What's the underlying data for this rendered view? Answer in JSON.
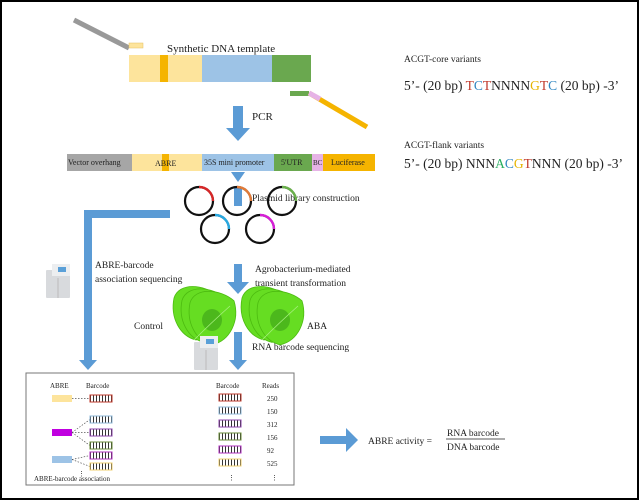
{
  "template_label": "Synthetic DNA template",
  "pcr_label": "PCR",
  "construct": {
    "vector_overhang": "Vector overhang",
    "abre": "ABRE",
    "promoter": "35S mini promoter",
    "utr": "5'UTR",
    "bc": "BC",
    "luciferase": "Luciferase"
  },
  "variants": {
    "core_title": "ACGT-core variants",
    "core_seq": [
      {
        "t": "5’- (20 bp) ",
        "c": "#222222"
      },
      {
        "t": "T",
        "c": "#c0392b"
      },
      {
        "t": "C",
        "c": "#2e86c1"
      },
      {
        "t": "T",
        "c": "#c0392b"
      },
      {
        "t": "NNNN",
        "c": "#222222"
      },
      {
        "t": "G",
        "c": "#e6b400"
      },
      {
        "t": "T",
        "c": "#c0392b"
      },
      {
        "t": "C",
        "c": "#2e86c1"
      },
      {
        "t": " (20 bp) -3’",
        "c": "#222222"
      }
    ],
    "flank_title": "ACGT-flank variants",
    "flank_seq": [
      {
        "t": "5’- (20 bp) NNN",
        "c": "#222222"
      },
      {
        "t": "A",
        "c": "#27ae60"
      },
      {
        "t": "C",
        "c": "#2e86c1"
      },
      {
        "t": "G",
        "c": "#e6b400"
      },
      {
        "t": "T",
        "c": "#c0392b"
      },
      {
        "t": "NNN (20 bp) -3’",
        "c": "#222222"
      }
    ]
  },
  "plasmid_label": "Plasmid library construction",
  "plasmid_colors": [
    "#d62728",
    "#e07b39",
    "#6ab04c",
    "#29a8e0",
    "#d61fd6"
  ],
  "association_seq_label": [
    "ABRE-barcode",
    "association sequencing"
  ],
  "transformation_label": [
    "Agrobacterium-mediated",
    "transient transformation"
  ],
  "conditions": [
    "Control",
    "ABA"
  ],
  "rna_seq_label": "RNA barcode sequencing",
  "table": {
    "left_headers": [
      "ABRE",
      "Barcode"
    ],
    "right_headers": [
      "Barcode",
      "Reads"
    ],
    "reads": [
      "250",
      "150",
      "312",
      "156",
      "92",
      "525"
    ],
    "barcode_colors": [
      "#c0392b",
      "#8fb8d8",
      "#8e44ad",
      "#6b8e3a",
      "#b030c0",
      "#f0d070"
    ],
    "footer": "ABRE-barcode association",
    "ellipsis": "⋮"
  },
  "formula": {
    "lhs": "ABRE activity =",
    "numerator": "RNA barcode",
    "denominator": "DNA barcode"
  },
  "colors": {
    "arrow": "#5b9bd5",
    "yellow": "#fde49c",
    "orange": "#f5b400",
    "blue": "#9dc3e6",
    "green": "#6aa84f",
    "grey": "#a6a6a6",
    "pink": "#e6b3e6",
    "leaf": "#66dd22"
  }
}
